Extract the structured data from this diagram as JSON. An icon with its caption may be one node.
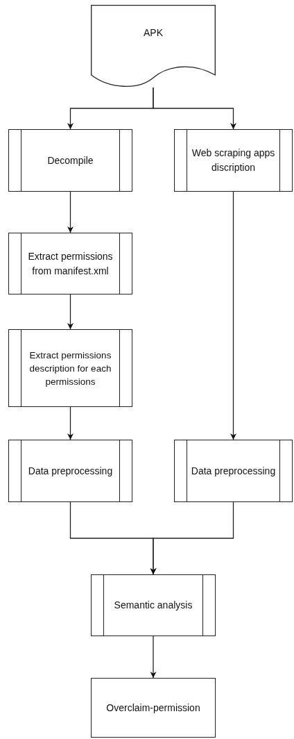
{
  "diagram": {
    "nodes": [
      {
        "text": [
          "APK"
        ]
      },
      {
        "text": [
          "Decompile"
        ]
      },
      {
        "text": [
          "Web scraping apps discription"
        ]
      },
      {
        "text": [
          "Extract permissions from manifest.xml"
        ]
      },
      {
        "text": [
          "Extract permissions description  for each permissions"
        ]
      },
      {
        "text": [
          "Data preprocessing"
        ]
      },
      {
        "text": [
          "Data preprocessing"
        ]
      },
      {
        "text": [
          "Semantic analysis"
        ]
      },
      {
        "text": [
          "Overclaim-permission"
        ]
      }
    ],
    "edges": [
      {
        "from": 0,
        "to": 1,
        "arrow": "to"
      },
      {
        "from": 0,
        "to": 2,
        "arrow": "to"
      },
      {
        "from": 1,
        "to": 3,
        "arrow": "to"
      },
      {
        "from": 3,
        "to": 4,
        "arrow": "to"
      },
      {
        "from": 4,
        "to": 5,
        "arrow": "to"
      },
      {
        "from": 2,
        "to": 6,
        "arrow": "to"
      },
      {
        "from": 5,
        "to": 7,
        "arrow": "to"
      },
      {
        "from": 6,
        "to": 7,
        "arrow": "to"
      },
      {
        "from": 7,
        "to": 8,
        "arrow": "to"
      }
    ]
  }
}
